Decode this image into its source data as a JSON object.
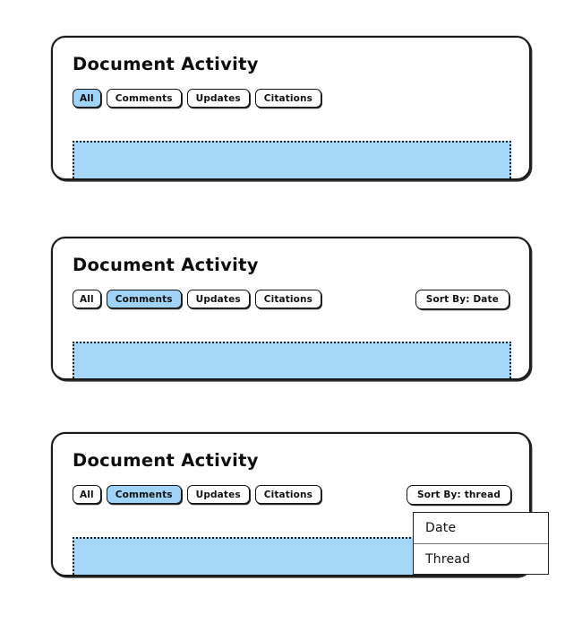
{
  "panels": [
    {
      "title": "Document Activity",
      "tabs": [
        {
          "label": "All",
          "active": true
        },
        {
          "label": "Comments",
          "active": false
        },
        {
          "label": "Updates",
          "active": false
        },
        {
          "label": "Citations",
          "active": false
        }
      ],
      "sort_label": null,
      "dropdown_open": false
    },
    {
      "title": "Document Activity",
      "tabs": [
        {
          "label": "All",
          "active": false
        },
        {
          "label": "Comments",
          "active": true
        },
        {
          "label": "Updates",
          "active": false
        },
        {
          "label": "Citations",
          "active": false
        }
      ],
      "sort_label": "Sort By: Date",
      "dropdown_open": false
    },
    {
      "title": "Document Activity",
      "tabs": [
        {
          "label": "All",
          "active": false
        },
        {
          "label": "Comments",
          "active": true
        },
        {
          "label": "Updates",
          "active": false
        },
        {
          "label": "Citations",
          "active": false
        }
      ],
      "sort_label": "Sort By: thread",
      "dropdown_open": true,
      "dropdown_options": [
        "Date",
        "Thread"
      ]
    }
  ],
  "colors": {
    "accent_fill": "#a5d7f9",
    "tab_active_fill": "#9fd4f8",
    "stroke": "#151515",
    "background": "#ffffff"
  }
}
